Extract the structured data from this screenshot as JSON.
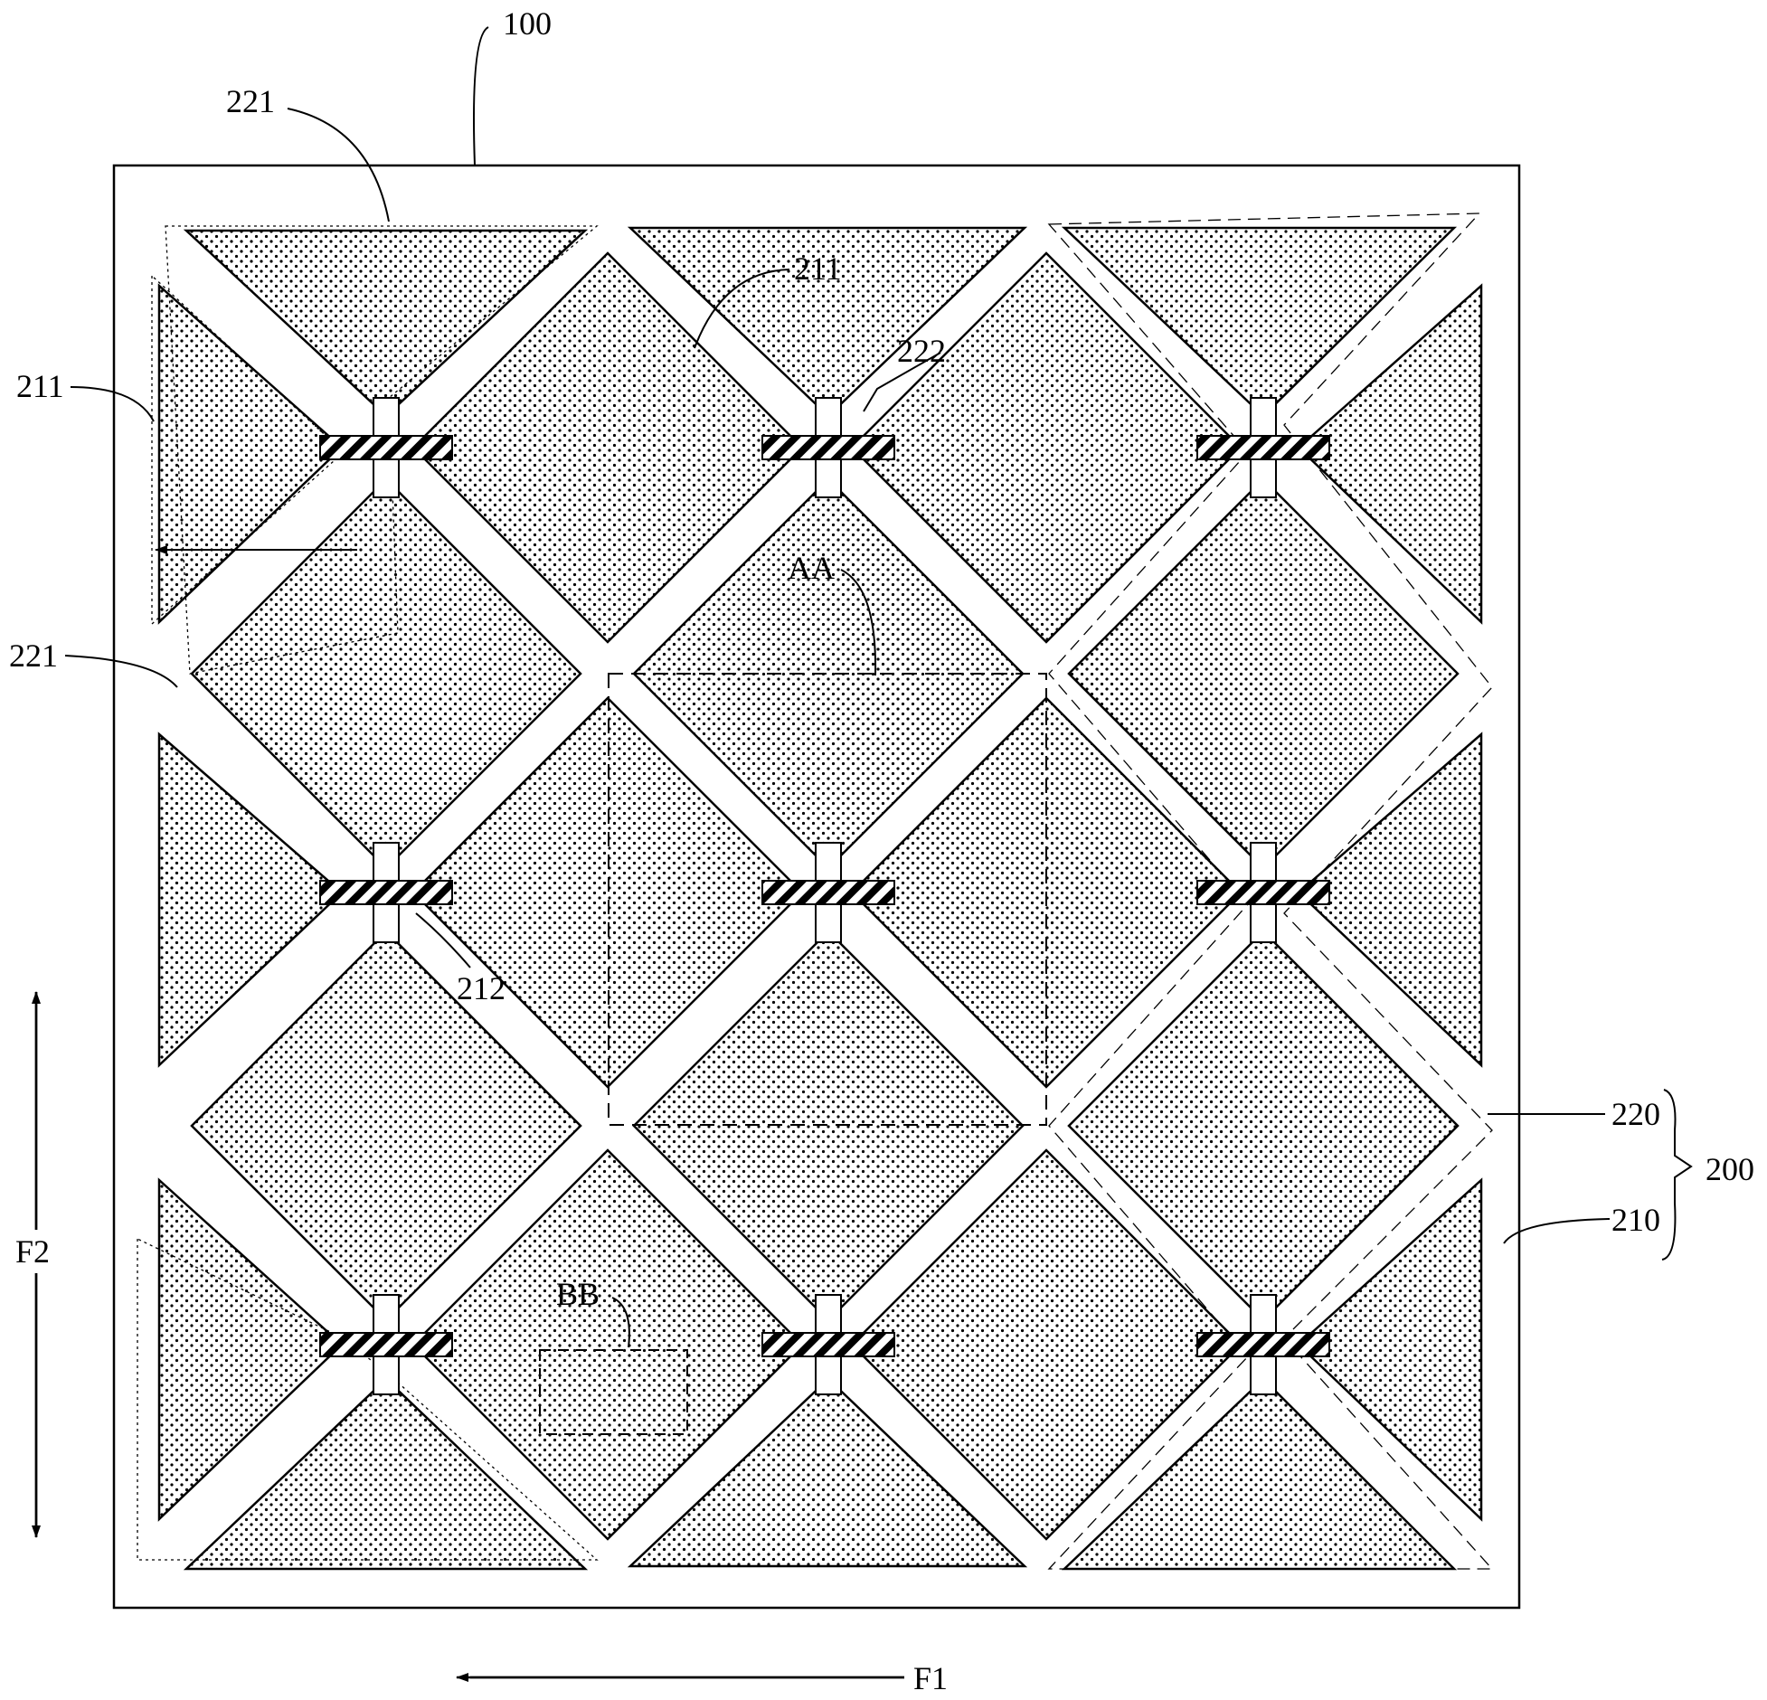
{
  "labels": {
    "panel": "100",
    "first_electrode_a": "211",
    "first_electrode_b": "211",
    "bridge_top": "222",
    "second_electrode_a": "221",
    "second_electrode_b": "221",
    "region_a": "AA",
    "region_b": "BB",
    "connector": "212",
    "second_pattern": "220",
    "first_pattern": "210",
    "touch_layer": "200",
    "direction_1": "F1",
    "direction_2": "F2"
  },
  "colors": {
    "line": "#000000",
    "fill": "#ffffff",
    "dot": "#000000"
  }
}
